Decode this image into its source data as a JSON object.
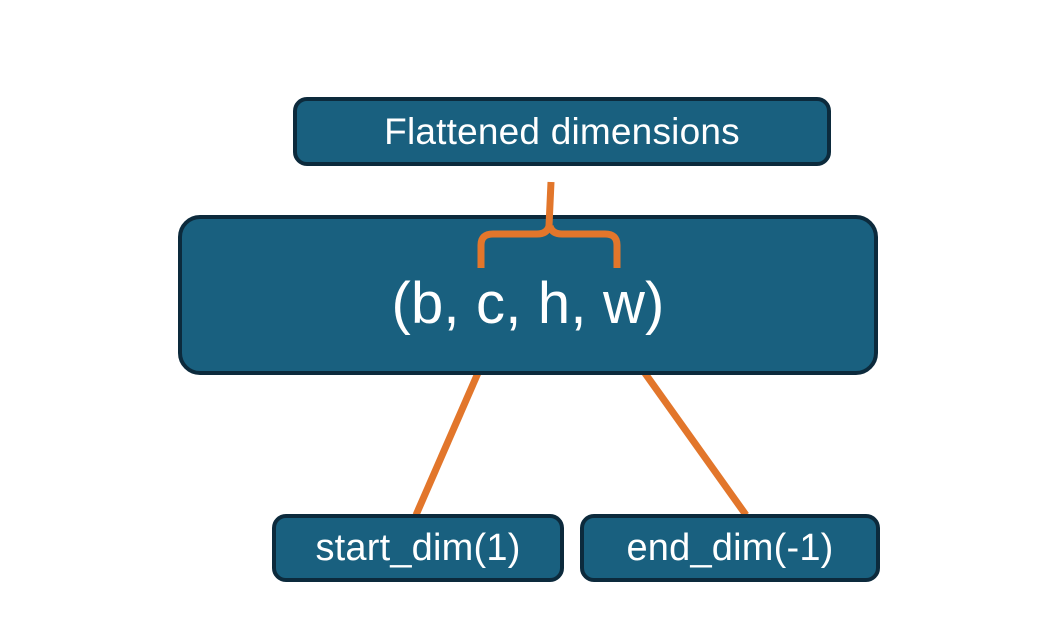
{
  "diagram": {
    "title_node": {
      "label": "Flattened dimensions",
      "name": "flattened-dimensions-box"
    },
    "shape_node": {
      "label": "(b, c, h, w)",
      "name": "tensor-shape-box"
    },
    "start_node": {
      "label": "start_dim(1)",
      "name": "start-dim-box"
    },
    "end_node": {
      "label": "end_dim(-1)",
      "name": "end-dim-box"
    },
    "connectors": {
      "brace": "curly-brace-spanning-c-to-w",
      "start_arrow": "arrow-start-dim-to-c",
      "end_arrow": "arrow-end-dim-to-w"
    },
    "colors": {
      "box_fill": "#19607f",
      "box_border": "#0c2a3c",
      "text": "#ffffff",
      "accent": "#e2762b",
      "background": "#ffffff"
    }
  }
}
